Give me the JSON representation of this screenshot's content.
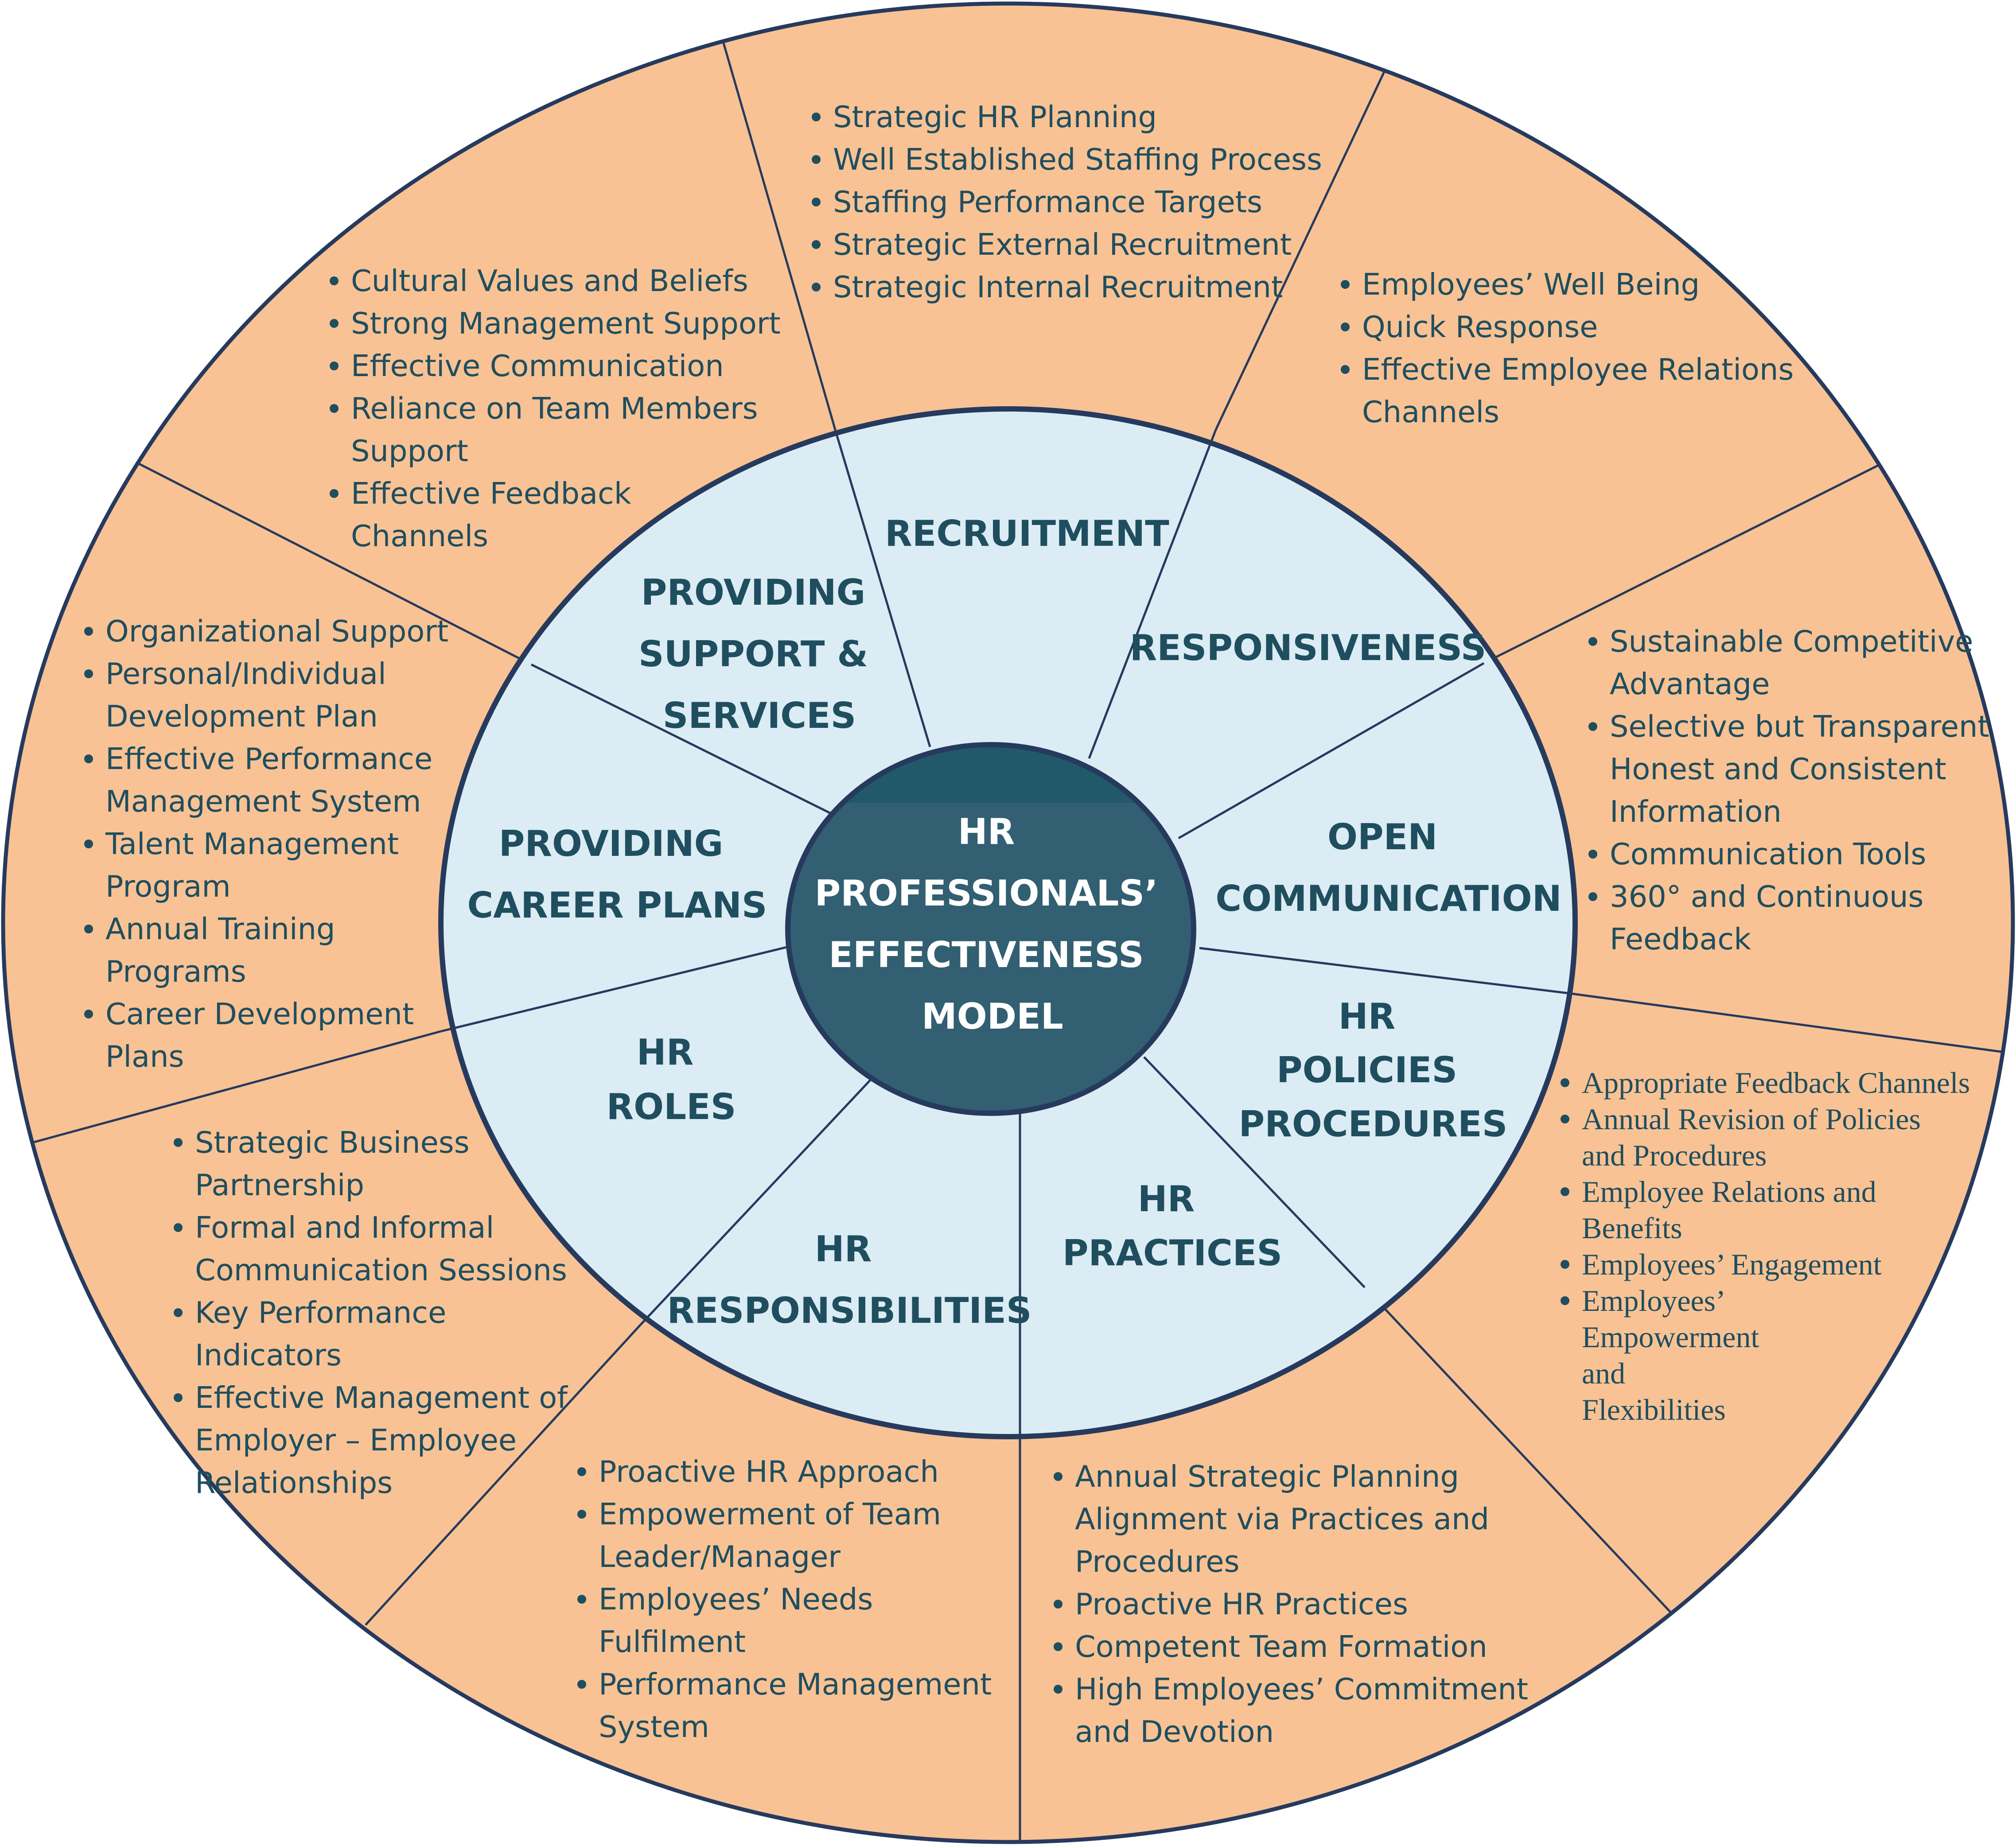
{
  "colors": {
    "outer_ring": "#f8c294",
    "inner_ring": "#dbecf4",
    "center": "#325f72",
    "center_top": "#22596a",
    "lines": "#263a5e",
    "text": "#1f4e5f"
  },
  "center": {
    "lines": [
      "HR",
      "PROFESSIONALS’",
      "EFFECTIVENESS",
      "MODEL"
    ]
  },
  "categories": {
    "recruitment": [
      "RECRUITMENT"
    ],
    "responsiveness": [
      "RESPONSIVENESS"
    ],
    "open_communication": [
      "OPEN",
      "COMMUNICATION"
    ],
    "hr_policies": [
      "HR",
      "POLICIES",
      "PROCEDURES"
    ],
    "hr_practices": [
      "HR",
      "PRACTICES"
    ],
    "hr_responsibilities": [
      "HR",
      "RESPONSIBILITIES"
    ],
    "hr_roles": [
      "HR",
      "ROLES"
    ],
    "career_plans": [
      "PROVIDING",
      "CAREER PLANS"
    ],
    "support_services": [
      "PROVIDING",
      "SUPPORT &",
      "SERVICES"
    ]
  },
  "outer_lists": {
    "recruitment": [
      "Strategic HR Planning",
      "Well Established Staffing Process",
      "Staffing Performance Targets",
      "Strategic External Recruitment",
      "Strategic Internal Recruitment"
    ],
    "responsiveness": [
      "Employees’ Well Being",
      "Quick Response",
      "Effective Employee Relations Channels"
    ],
    "open_communication": [
      "Sustainable Competitive Advantage",
      "Selective but Transparent Honest and Consistent Information",
      "Communication Tools",
      "360° and Continuous Feedback"
    ],
    "hr_policies": [
      "Appropriate Feedback Channels",
      "Annual Revision of Policies and Procedures",
      "Employee Relations and Benefits",
      "Employees’ Engagement",
      "Employees’ Empowerment and Flexibilities"
    ],
    "hr_practices": [
      "Annual Strategic Planning Alignment via Practices and Procedures",
      "Proactive HR Practices",
      "Competent Team Formation",
      "High Employees’ Commitment and Devotion"
    ],
    "hr_responsibilities": [
      "Proactive HR Approach",
      "Empowerment of Team Leader/Manager",
      "Employees’ Needs Fulfilment",
      "Performance Management System"
    ],
    "hr_roles": [
      "Strategic Business Partnership",
      "Formal and Informal Communication Sessions",
      "Key Performance Indicators",
      "Effective Management of Employer – Employee Relationships"
    ],
    "career_plans": [
      "Organizational Support",
      "Personal/Individual Development Plan",
      "Effective Performance Management System",
      "Talent Management Program",
      "Annual Training Programs",
      "Career Development Plans"
    ],
    "support_services": [
      "Cultural Values and Beliefs",
      "Strong Management Support",
      "Effective Communication",
      "Reliance on Team Members Support",
      "Effective Feedback Channels"
    ]
  }
}
